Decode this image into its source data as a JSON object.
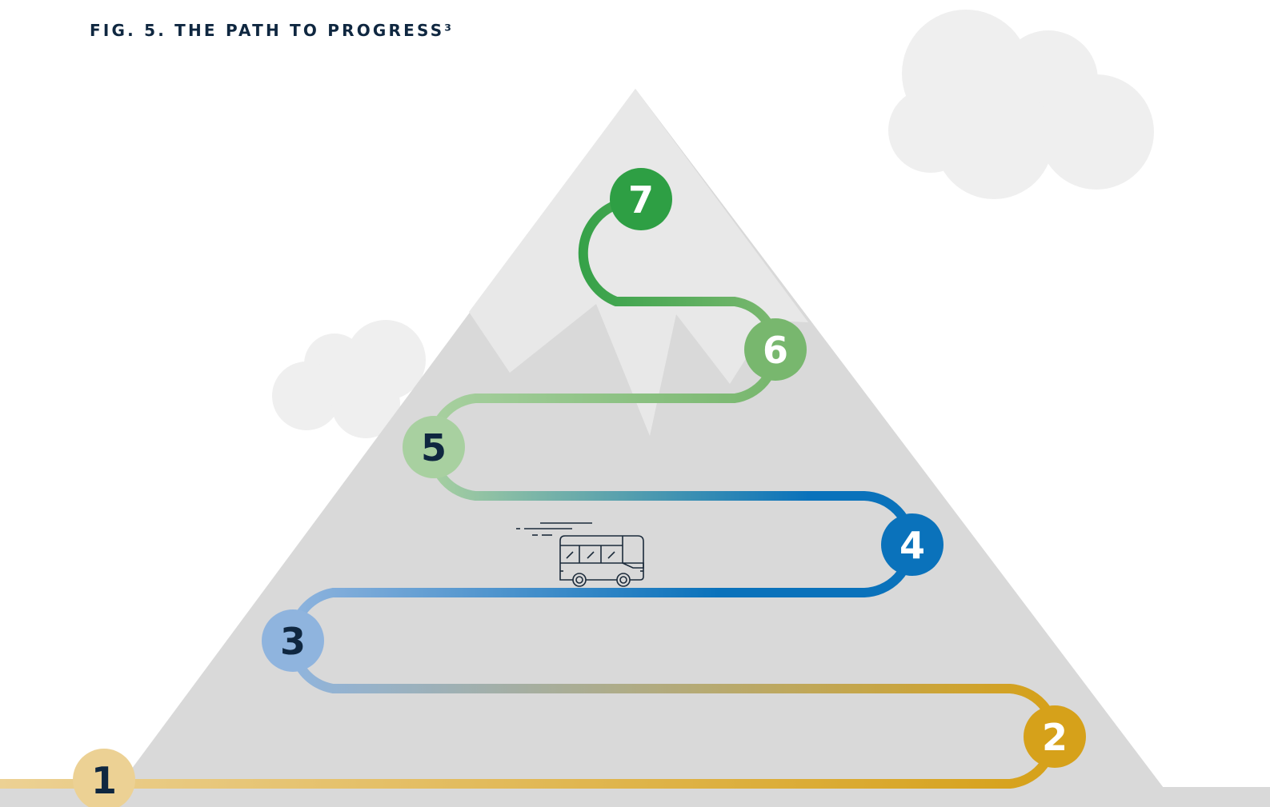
{
  "title": "FIG. 5. THE PATH TO PROGRESS³",
  "steps": [
    {
      "label": "1",
      "fill": "#ecd194",
      "text_color": "#0f2740"
    },
    {
      "label": "2",
      "fill": "#d6a11a",
      "text_color": "#ffffff"
    },
    {
      "label": "3",
      "fill": "#8fb4de",
      "text_color": "#0f2740"
    },
    {
      "label": "4",
      "fill": "#0a72bb",
      "text_color": "#ffffff"
    },
    {
      "label": "5",
      "fill": "#a8d0a0",
      "text_color": "#0f2740"
    },
    {
      "label": "6",
      "fill": "#78b76e",
      "text_color": "#ffffff"
    },
    {
      "label": "7",
      "fill": "#2e9f44",
      "text_color": "#ffffff"
    }
  ],
  "colors": {
    "mountain": "#d9d9d9",
    "mountain_peak": "#e8e8e8",
    "cloud": "#efefef",
    "ground": "#d9d9d9",
    "title": "#0f2740",
    "bus_outline": "#1b2a3a"
  },
  "icons": [
    "bus-icon",
    "cloud-icon"
  ]
}
